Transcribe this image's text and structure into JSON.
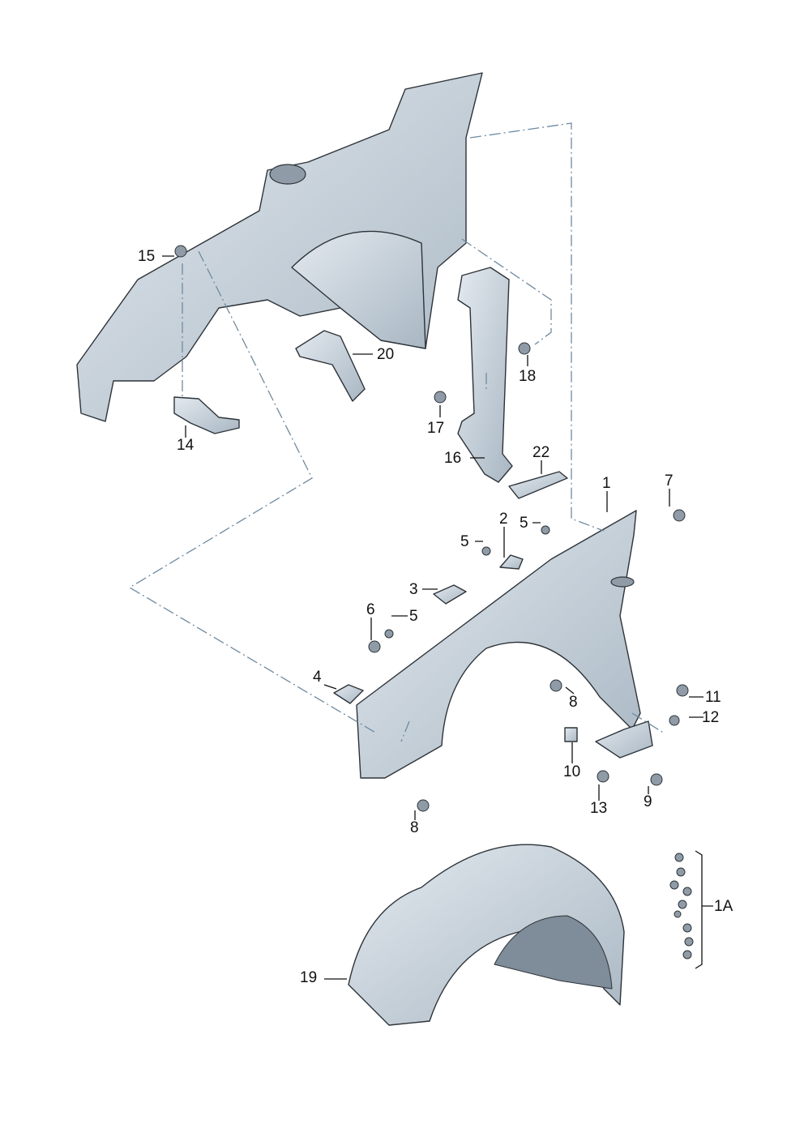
{
  "title": "Front fender and wheel housing liner exploded parts diagram",
  "callouts": {
    "p15": "15",
    "p20": "20",
    "p14": "14",
    "p18": "18",
    "p17": "17",
    "p16": "16",
    "p22": "22",
    "p1": "1",
    "p7": "7",
    "p2": "2",
    "p5a": "5",
    "p5b": "5",
    "p3": "3",
    "p6": "6",
    "p5c": "5",
    "p4": "4",
    "p8a": "8",
    "p11": "11",
    "p12": "12",
    "p10": "10",
    "p13": "13",
    "p9": "9",
    "p8b": "8",
    "p19": "19",
    "p1A": "1A"
  },
  "colors": {
    "part_fill": "#c9d3dc",
    "outline": "#2d3338",
    "dash_line": "#6f8aa0"
  }
}
